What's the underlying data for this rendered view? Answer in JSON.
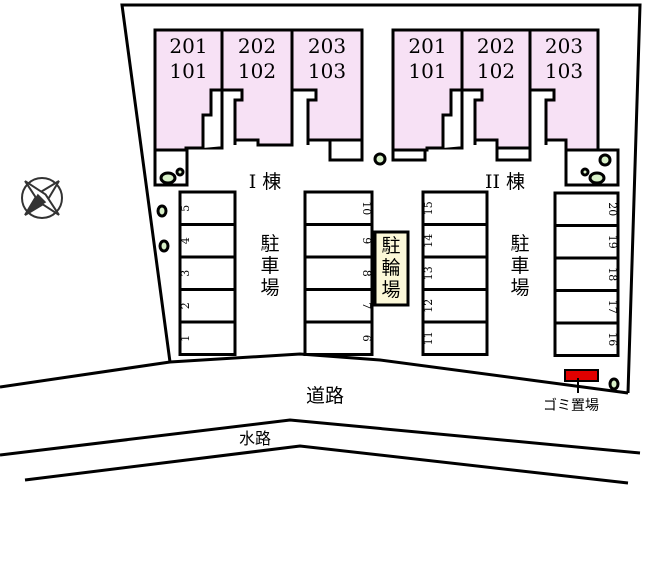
{
  "buildings": [
    {
      "name": "I 棟",
      "units": [
        [
          "201",
          "101"
        ],
        [
          "202",
          "102"
        ],
        [
          "203",
          "103"
        ]
      ]
    },
    {
      "name": "II 棟",
      "units": [
        [
          "201",
          "101"
        ],
        [
          "202",
          "102"
        ],
        [
          "203",
          "103"
        ]
      ]
    }
  ],
  "parking_label": [
    "駐",
    "車",
    "場"
  ],
  "bike_label": [
    "駐",
    "輪",
    "場"
  ],
  "parking": {
    "a": [
      "5",
      "4",
      "3",
      "2",
      "1"
    ],
    "b": [
      "10",
      "9",
      "8",
      "7",
      "6"
    ],
    "c": [
      "15",
      "14",
      "13",
      "12",
      "11"
    ],
    "d": [
      "20",
      "19",
      "18",
      "17",
      "16"
    ]
  },
  "road": "道路",
  "waterway": "水路",
  "trash": "ゴミ置場",
  "colors": {
    "unit": "#f7e1f5",
    "bike": "#fcf8d8",
    "trash": "#e00000",
    "plant": "#d8f0c8"
  },
  "icons": [
    "compass-icon"
  ]
}
